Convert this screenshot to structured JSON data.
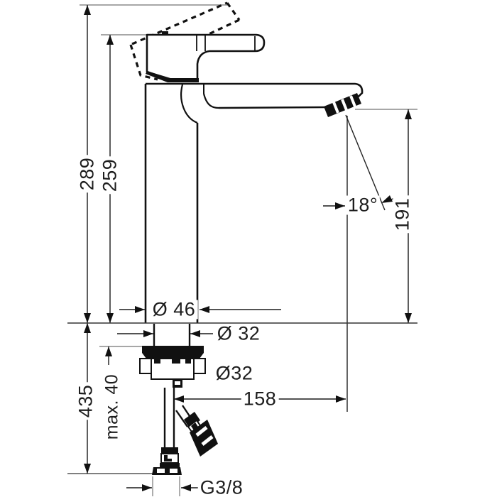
{
  "drawing": {
    "title": "Single-lever basin mixer faucet — installation dimension drawing",
    "units": "mm",
    "view": "side elevation",
    "line_color": "#111111",
    "background": "#ffffff"
  },
  "labels": {
    "overall_height": "289",
    "handle_height": "259",
    "spout_outlet_height": "191",
    "spray_angle": "18°",
    "body_diameter": "Ø 46",
    "shank_diameter": "Ø 32",
    "hole_diameter": "Ø32",
    "spout_reach": "158",
    "max_mounting_thickness": "max. 40",
    "supply_hose_length": "435",
    "thread_size": "G3/8"
  }
}
